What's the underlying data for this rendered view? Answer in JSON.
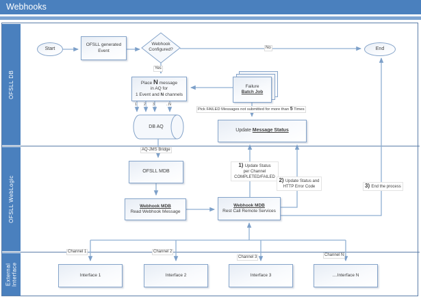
{
  "title_bar": {
    "title": "Webhooks"
  },
  "lanes": [
    {
      "label": "OFSLL DB"
    },
    {
      "label": "OFSLL WebLogic"
    },
    {
      "label": "External Interface"
    }
  ],
  "nodes": {
    "start": "Start",
    "end": "End",
    "event_box": "OFSLL generated Event",
    "decision": "Webhook Configured?",
    "place_box": {
      "l1a": "Place ",
      "l1b": "N",
      "l1c": " message",
      "l2": "in AQ for",
      "l3a": "1 Event and ",
      "l3b": "N",
      "l3c": " channels"
    },
    "failure_job": {
      "l1": "Failure",
      "l2": "Batch Job"
    },
    "db_aq": "DB AQ",
    "update_status": {
      "pre": "Update ",
      "em": "Message Status"
    },
    "ofsll_mdb": "OFSLL MDB",
    "webhook_mdb_read": {
      "title": "Webhook MDB",
      "sub": "Read Webhook Message"
    },
    "webhook_mdb_rest": {
      "title": "Webhook MDB",
      "sub": "Rest Call Remote Services"
    },
    "interfaces": [
      "Interface 1",
      "Interface 2",
      "Interface 3",
      "....Interface N"
    ]
  },
  "labels": {
    "yes": "Yes",
    "no": "No",
    "aq_jms_bridge": "AQ-JMS Bridge",
    "pick_failed": {
      "a": "Pick FAILED Messages not submitted for more than ",
      "b": "5",
      "c": " Times"
    },
    "queue_numbers": [
      "1",
      "2",
      "3",
      "..N"
    ],
    "channels": [
      "Channel 1",
      "Channel 2",
      "Channel 3",
      "Channel N"
    ],
    "annotation1": {
      "n": "1) ",
      "l1": "Update Status",
      "l2": "per Channel",
      "l3": "COMPLETED/FAILED"
    },
    "annotation2": {
      "n": "2) ",
      "l1": "Update Status and",
      "l2": "HTTP Error Code"
    },
    "annotation3": {
      "n": "3) ",
      "l1": "End the process"
    }
  },
  "colors": {
    "header": "#4a80be",
    "frame": "#5b7da8",
    "connector": "#8fafd2",
    "shape_border": "#84a3c9"
  }
}
